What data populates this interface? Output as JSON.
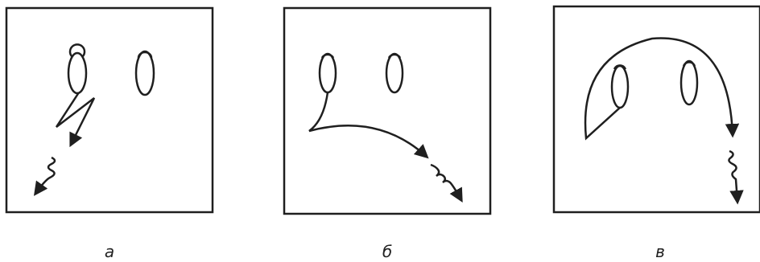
{
  "panels": [
    {
      "id": "a",
      "caption": "а"
    },
    {
      "id": "b",
      "caption": "б"
    },
    {
      "id": "c",
      "caption": "в"
    }
  ],
  "colors": {
    "ink": "#1f1f1f",
    "background": "#ffffff"
  }
}
